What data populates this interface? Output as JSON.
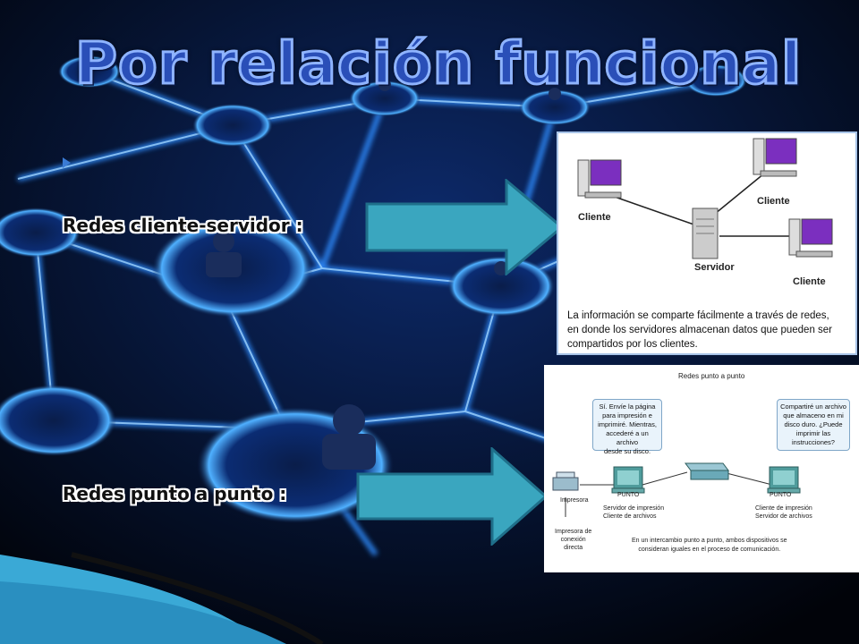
{
  "slide": {
    "title": "Por relación funcional",
    "items": [
      {
        "label": "Redes cliente-servidor :"
      },
      {
        "label": "Redes punto a punto :"
      }
    ]
  },
  "client_server_diagram": {
    "client_label_1": "Cliente",
    "client_label_2": "Cliente",
    "client_label_3": "Cliente",
    "server_label": "Servidor",
    "caption_lines": [
      "La información se comparte fácilmente a través de redes,",
      "en donde los servidores almacenan datos que pueden ser",
      "compartidos por los clientes."
    ]
  },
  "p2p_diagram": {
    "title": "Redes punto a punto",
    "bubble_left": [
      "Sí. Envíe la página",
      "para impresión e",
      "imprimiré. Mientras,",
      "accederé a un archivo",
      "desde su disco."
    ],
    "bubble_right": [
      "Compartiré un archivo",
      "que almaceno en mi",
      "disco duro. ¿Puede",
      "imprimir las",
      "instrucciones?"
    ],
    "printer_label": "Impresora",
    "direct_printer_lines": [
      "Impresora de",
      "conexión",
      "directa"
    ],
    "peer_label": "PUNTO",
    "left_peer_roles": [
      "Servidor de impresión",
      "Cliente de archivos"
    ],
    "right_peer_roles": [
      "Cliente de impresión",
      "Servidor de archivos"
    ],
    "caption_lines": [
      "En un intercambio punto a punto, ambos dispositivos se",
      "consideran iguales en el proceso de comunicación."
    ]
  },
  "colors": {
    "arrow_fill": "#3aa6bf",
    "title_fill": "#2a4fb8",
    "glow": "#1e90ff"
  }
}
